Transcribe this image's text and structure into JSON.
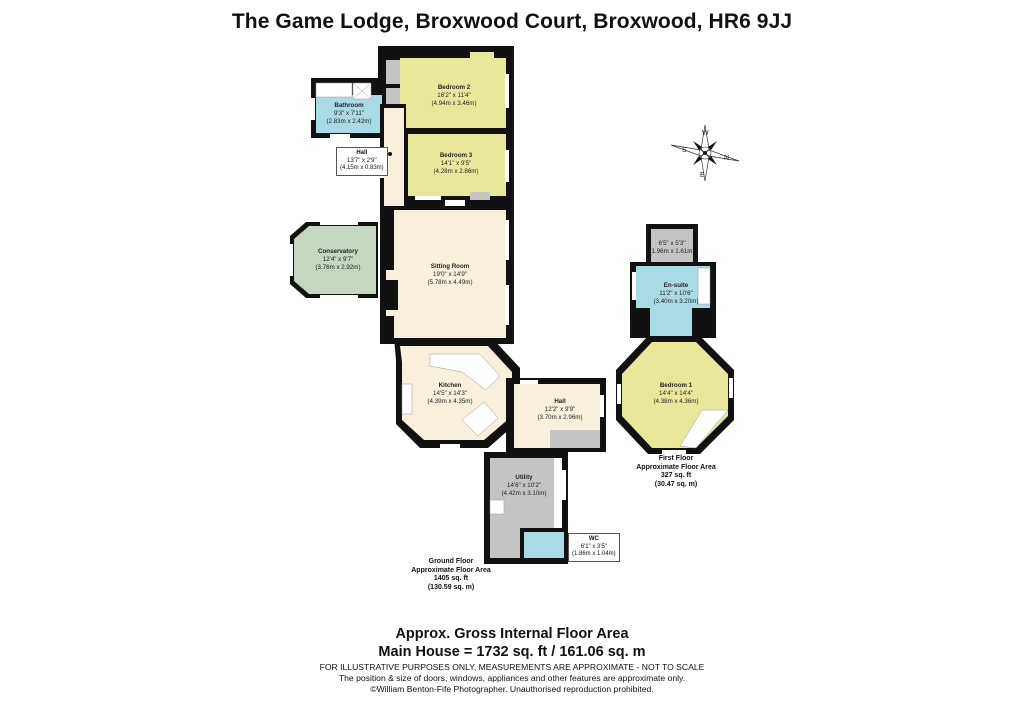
{
  "header": {
    "title": "The Game Lodge, Broxwood Court, Broxwood, HR6 9JJ"
  },
  "colors": {
    "bedroom_fill": "#e9e89a",
    "living_fill": "#f8f0dc",
    "wet_fill": "#a9dbe4",
    "conservatory_fill": "#c5d6c1",
    "utility_fill": "#c4c4c4",
    "wall": "#111111"
  },
  "ground_floor": {
    "rooms": [
      {
        "name": "Bedroom 2",
        "imperial": "16'2\" x 11'4\"",
        "metric": "(4.94m x 3.46m)"
      },
      {
        "name": "Bathroom",
        "imperial": "9'3\" x 7'11\"",
        "metric": "(2.83m x 2.42m)"
      },
      {
        "name": "Hall",
        "imperial": "13'7\" x 2'9\"",
        "metric": "(4.15m x 0.83m)"
      },
      {
        "name": "Bedroom 3",
        "imperial": "14'1\" x 9'5\"",
        "metric": "(4.28m x 2.86m)"
      },
      {
        "name": "Conservatory",
        "imperial": "12'4\" x 9'7\"",
        "metric": "(3.76m x 2.92m)"
      },
      {
        "name": "Sitting Room",
        "imperial": "19'0\" x 14'9\"",
        "metric": "(5.78m x 4.49m)"
      },
      {
        "name": "Kitchen",
        "imperial": "14'5\" x 14'3\"",
        "metric": "(4.39m x 4.35m)"
      },
      {
        "name": "Hall",
        "imperial": "12'2\" x 9'9\"",
        "metric": "(3.70m x 2.96m)"
      },
      {
        "name": "Utility",
        "imperial": "14'6\" x 10'2\"",
        "metric": "(4.42m x 3.10m)"
      },
      {
        "name": "WC",
        "imperial": "6'1\" x 3'5\"",
        "metric": "(1.86m x 1.04m)"
      }
    ],
    "area": {
      "line1": "Ground Floor",
      "line2": "Approximate Floor Area",
      "line3": "1405 sq. ft",
      "line4": "(130.59 sq. m)"
    }
  },
  "first_floor": {
    "rooms": [
      {
        "name": "",
        "imperial": "6'5\" x 5'3\"",
        "metric": "(1.96m x 1.61m)"
      },
      {
        "name": "En-suite",
        "imperial": "11'2\" x 10'6\"",
        "metric": "(3.40m x 3.20m)"
      },
      {
        "name": "Bedroom 1",
        "imperial": "14'4\" x 14'4\"",
        "metric": "(4.38m x 4.36m)"
      }
    ],
    "area": {
      "line1": "First Floor",
      "line2": "Approximate Floor Area",
      "line3": "327 sq. ft",
      "line4": "(30.47 sq. m)"
    }
  },
  "compass": {
    "labels": [
      "W",
      "N",
      "E",
      "S"
    ]
  },
  "footer": {
    "gross_title": "Approx. Gross Internal Floor Area",
    "main_house": "Main House = 1732 sq. ft / 161.06 sq. m",
    "disclaimer1": "FOR ILLUSTRATIVE PURPOSES ONLY, MEASUREMENTS ARE APPROXIMATE - NOT TO SCALE",
    "disclaimer2": "The position & size of doors, windows, appliances and other features are approximate only.",
    "copyright": "©William Benton-Fife Photographer. Unauthorised reproduction prohibited."
  }
}
